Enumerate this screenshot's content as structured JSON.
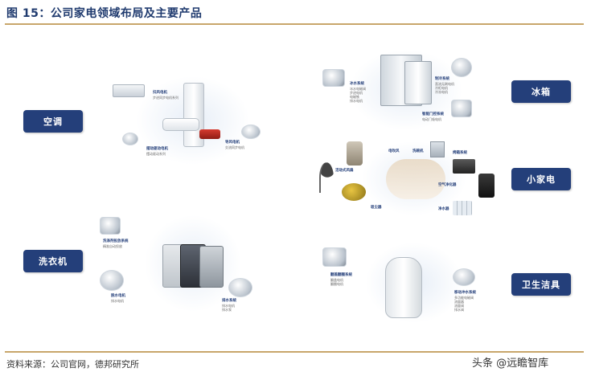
{
  "header": {
    "title": "图 15：公司家电领域布局及主要产品"
  },
  "categories": {
    "ac": "空调",
    "fridge": "冰箱",
    "small": "小家电",
    "washer": "洗衣机",
    "sanitary": "卫生洁具"
  },
  "ac_callouts": [
    {
      "title": "扫风电机",
      "text": "步进同步电机系列"
    },
    {
      "title": "摆动驱动电机",
      "text": "摆动驱动系列"
    },
    {
      "title": "导风电机",
      "text": "交流同步电机"
    }
  ],
  "fridge_callouts": [
    {
      "title": "冰水系统",
      "text": "冰水电磁阀\n步进电机\n电磁铁\n排水电机"
    },
    {
      "title": "制冷系统",
      "text": "直流无刷电机\n冷柜电机\n冷冻电机"
    },
    {
      "title": "智能门控系统",
      "text": "电动门吸电机"
    }
  ],
  "small_callouts": [
    {
      "title": "活动式风扇",
      "text": ""
    },
    {
      "title": "烤箱系统",
      "text": ""
    },
    {
      "title": "电吹风",
      "text": ""
    },
    {
      "title": "空气净化器",
      "text": ""
    },
    {
      "title": "净水器",
      "text": ""
    },
    {
      "title": "吸尘器",
      "text": ""
    },
    {
      "title": "洗碗机",
      "text": ""
    }
  ],
  "washer_callouts": [
    {
      "title": "洗涤剂投放系统",
      "text": "精准自动投放"
    },
    {
      "title": "脱水电机",
      "text": "排水电机"
    },
    {
      "title": "排水系统",
      "text": "排水电机\n排水泵"
    }
  ],
  "sanitary_callouts": [
    {
      "title": "翻盖翻圈系统",
      "text": "翻盖电机\n翻圈电机"
    },
    {
      "title": "移动冲水系统",
      "text": "多功能电磁阀\n流量器\n流量阀\n排水阀"
    }
  ],
  "footer": {
    "source": "资料来源：公司官网，德邦研究所",
    "watermark": "头条 @远瞻智库"
  },
  "colors": {
    "accent": "#243f7a",
    "rule": "#c8a66b"
  }
}
